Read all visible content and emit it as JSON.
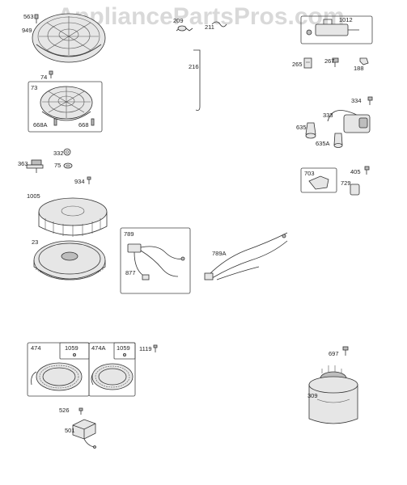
{
  "watermark": "AppliancePartsPros.com",
  "labels": {
    "p563": "563",
    "p949": "949",
    "p209": "209",
    "p211": "211",
    "p1012": "1012",
    "p216": "216",
    "p265": "265",
    "p267": "267",
    "p188": "188",
    "p73": "73",
    "p74": "74",
    "p668a": "668A",
    "p668": "668",
    "p334": "334",
    "p333": "333",
    "p635": "635",
    "p635a": "635A",
    "p332": "332",
    "p363": "363",
    "p75": "75",
    "p934": "934",
    "p703": "703",
    "p405": "405",
    "p729": "729",
    "p1005": "1005",
    "p23": "23",
    "p789": "789",
    "p877": "877",
    "p789a": "789A",
    "p474": "474",
    "p1059a": "1059",
    "p474a": "474A",
    "p1059b": "1059",
    "p1119": "1119",
    "p697": "697",
    "p309": "309",
    "p526": "526",
    "p501": "501"
  }
}
